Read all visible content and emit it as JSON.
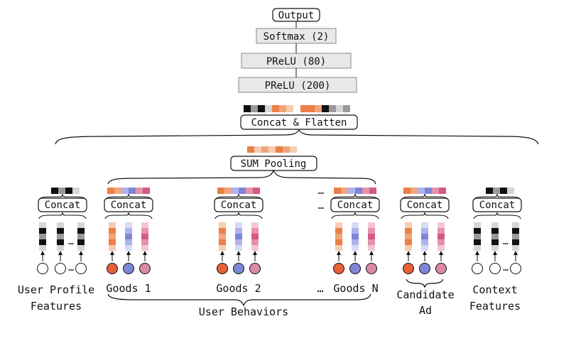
{
  "top_stack": {
    "output": "Output",
    "softmax": "Softmax (2)",
    "prelu_80": "PReLU (80)",
    "prelu_200": "PReLU (200)",
    "concat_flatten": "Concat & Flatten"
  },
  "pooling": {
    "label": "SUM Pooling"
  },
  "groups": {
    "user_profile": {
      "concat": "Concat",
      "line1": "User Profile",
      "line2": "Features"
    },
    "goods_1": {
      "concat": "Concat",
      "label": "Goods 1"
    },
    "goods_2": {
      "concat": "Concat",
      "label": "Goods 2"
    },
    "goods_n": {
      "concat": "Concat",
      "label": "Goods N"
    },
    "candidate_ad": {
      "concat": "Concat",
      "line1": "Candidate",
      "line2": "Ad"
    },
    "context": {
      "concat": "Concat",
      "line1": "Context",
      "line2": "Features"
    }
  },
  "user_behaviors": "User Behaviors",
  "ellipsis": "…",
  "colors": {
    "orange_node": "#e8603a",
    "blue_node": "#7f86d8",
    "pink_node": "#d98aa6",
    "orange_strip": "#f0a57d",
    "orange_dark": "#ec7f47",
    "blue_strip": "#aeb3ec",
    "pink_strip": "#e592ac",
    "black_cell": "#111111",
    "gray_cell": "#9a9a9a",
    "box_fill": "#e8e8e8"
  }
}
